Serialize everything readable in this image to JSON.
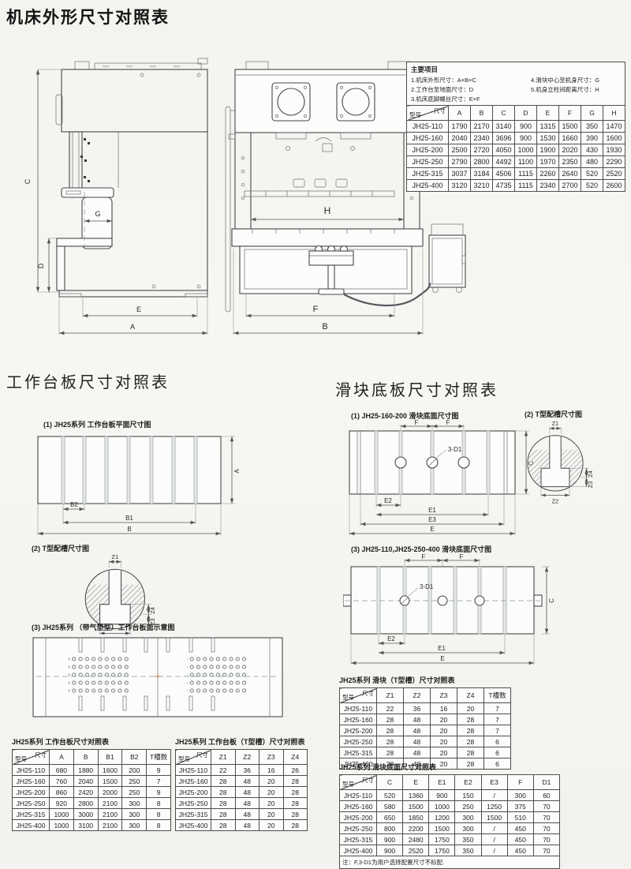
{
  "page": {
    "title": "机床外形尺寸对照表",
    "section_worktable_title": "工作台板尺寸对照表",
    "section_slider_title": "滑块底板尺寸对照表"
  },
  "info_box": {
    "title": "主要项目",
    "items": [
      "1.机床外形尺寸：A×B×C",
      "2.工作台至地面尺寸：D",
      "3.机床底脚螺丝尺寸：E×F",
      "4.滑块中心至机身尺寸：G",
      "5.机身立柱间距离尺寸：H"
    ]
  },
  "corner": {
    "top": "尺寸",
    "bottom": "型号"
  },
  "main_table": {
    "columns": [
      "A",
      "B",
      "C",
      "D",
      "E",
      "F",
      "G",
      "H"
    ],
    "rows": [
      [
        "JH25-110",
        "1790",
        "2170",
        "3140",
        "900",
        "1315",
        "1500",
        "350",
        "1470"
      ],
      [
        "JH25-160",
        "2040",
        "2340",
        "3696",
        "900",
        "1530",
        "1660",
        "390",
        "1600"
      ],
      [
        "JH25-200",
        "2500",
        "2720",
        "4050",
        "1000",
        "1900",
        "2020",
        "430",
        "1930"
      ],
      [
        "JH25-250",
        "2790",
        "2800",
        "4492",
        "1100",
        "1970",
        "2350",
        "480",
        "2290"
      ],
      [
        "JH25-315",
        "3037",
        "3184",
        "4506",
        "1115",
        "2260",
        "2640",
        "520",
        "2520"
      ],
      [
        "JH25-400",
        "3120",
        "3210",
        "4735",
        "1115",
        "2340",
        "2700",
        "520",
        "2600"
      ]
    ]
  },
  "worktable_table": {
    "title": "JH25系列 工作台板尺寸对照表",
    "columns": [
      "A",
      "B",
      "B1",
      "B2",
      "T槽数"
    ],
    "rows": [
      [
        "JH25-110",
        "680",
        "1880",
        "1600",
        "200",
        "9"
      ],
      [
        "JH25-160",
        "760",
        "2040",
        "1500",
        "250",
        "7"
      ],
      [
        "JH25-200",
        "860",
        "2420",
        "2000",
        "250",
        "9"
      ],
      [
        "JH25-250",
        "920",
        "2800",
        "2100",
        "300",
        "8"
      ],
      [
        "JH25-315",
        "1000",
        "3000",
        "2100",
        "300",
        "8"
      ],
      [
        "JH25-400",
        "1000",
        "3100",
        "2100",
        "300",
        "8"
      ]
    ]
  },
  "worktable_tslot_table": {
    "title": "JH25系列 工作台板（T型槽）尺寸对照表",
    "columns": [
      "Z1",
      "Z2",
      "Z3",
      "Z4"
    ],
    "rows": [
      [
        "JH25-110",
        "22",
        "36",
        "16",
        "26"
      ],
      [
        "JH25-160",
        "28",
        "48",
        "20",
        "28"
      ],
      [
        "JH25-200",
        "28",
        "48",
        "20",
        "28"
      ],
      [
        "JH25-250",
        "28",
        "48",
        "20",
        "28"
      ],
      [
        "JH25-315",
        "28",
        "48",
        "20",
        "28"
      ],
      [
        "JH25-400",
        "28",
        "48",
        "20",
        "28"
      ]
    ]
  },
  "slider_tslot_table": {
    "title": "JH25系列 滑块（T型槽）尺寸对照表",
    "columns": [
      "Z1",
      "Z2",
      "Z3",
      "Z4",
      "T槽数"
    ],
    "rows": [
      [
        "JH25-110",
        "22",
        "36",
        "16",
        "20",
        "7"
      ],
      [
        "JH25-160",
        "28",
        "48",
        "20",
        "28",
        "7"
      ],
      [
        "JH25-200",
        "28",
        "48",
        "20",
        "28",
        "7"
      ],
      [
        "JH25-250",
        "28",
        "48",
        "20",
        "28",
        "6"
      ],
      [
        "JH25-315",
        "28",
        "48",
        "20",
        "28",
        "6"
      ],
      [
        "JH25-400",
        "28",
        "48",
        "20",
        "28",
        "6"
      ]
    ]
  },
  "slider_bottom_table": {
    "title": "JH25系列 滑块底面尺寸对照表",
    "columns": [
      "C",
      "E",
      "E1",
      "E2",
      "E3",
      "F",
      "D1"
    ],
    "rows": [
      [
        "JH25-110",
        "520",
        "1360",
        "900",
        "150",
        "/",
        "300",
        "60"
      ],
      [
        "JH25-160",
        "580",
        "1500",
        "1000",
        "250",
        "1250",
        "375",
        "70"
      ],
      [
        "JH25-200",
        "650",
        "1850",
        "1200",
        "300",
        "1500",
        "510",
        "70"
      ],
      [
        "JH25-250",
        "800",
        "2200",
        "1500",
        "300",
        "/",
        "450",
        "70"
      ],
      [
        "JH25-315",
        "900",
        "2480",
        "1750",
        "350",
        "/",
        "450",
        "70"
      ],
      [
        "JH25-400",
        "900",
        "2520",
        "1750",
        "350",
        "/",
        "450",
        "70"
      ]
    ],
    "note": "注：F,3-D1为用户选择配置尺寸不标配."
  },
  "drawings": {
    "side_view": {
      "labels": {
        "c": "C",
        "g": "G",
        "d": "D",
        "e": "E",
        "a": "A"
      }
    },
    "front_view": {
      "labels": {
        "h": "H",
        "f": "F",
        "b": "B"
      }
    },
    "worktable_plan": {
      "caption": "(1) JH25系列 工作台板平面尺寸图",
      "labels": {
        "a": "A",
        "b2": "B2",
        "b1": "B1",
        "b": "B"
      }
    },
    "worktable_tslot": {
      "caption": "(2) T型配槽尺寸图",
      "labels": {
        "z1": "Z1",
        "z2": "Z2",
        "z3": "Z3",
        "z4": "Z4"
      }
    },
    "air_cushion": {
      "caption": "(3) JH25系列 （带气垫型）工作台板面示意图"
    },
    "slider_plan_160": {
      "caption": "(1) JH25-160-200 滑块底面尺寸图",
      "labels": {
        "f": "F",
        "d1": "3-D1",
        "c": "C",
        "e2": "E2",
        "e1": "E1",
        "e3": "E3",
        "e": "E"
      }
    },
    "slider_tslot_fig": {
      "caption": "(2) T型配槽尺寸图",
      "labels": {
        "z1": "Z1",
        "z2": "Z2",
        "z3": "Z3",
        "z4": "Z4"
      }
    },
    "slider_plan_110": {
      "caption": "(3) JH25-110,JH25-250-400 滑块底面尺寸图",
      "labels": {
        "f": "F",
        "d1": "3-D1",
        "c": "C",
        "e2": "E2",
        "e1": "E1",
        "e": "E"
      }
    }
  }
}
